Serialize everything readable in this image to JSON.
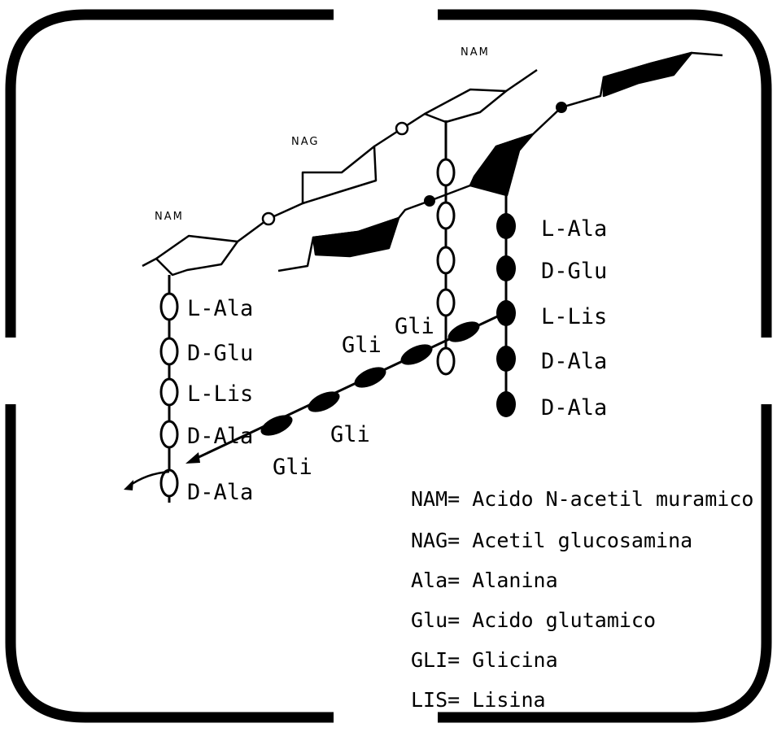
{
  "sugars": {
    "nam_left": "NAM",
    "nag": "NAG",
    "nam_top": "NAM"
  },
  "left_chain": [
    "L-Ala",
    "D-Glu",
    "L-Lis",
    "D-Ala",
    "D-Ala"
  ],
  "right_chain": [
    "L-Ala",
    "D-Glu",
    "L-Lis",
    "D-Ala",
    "D-Ala"
  ],
  "bridge": [
    "Gli",
    "Gli",
    "Gli",
    "Gli"
  ],
  "legend": [
    "NAM= Acido N-acetil muramico",
    "NAG= Acetil glucosamina",
    "Ala= Alanina",
    "Glu= Acido glutamico",
    "GLI= Glicina",
    "LIS= Lisina"
  ]
}
